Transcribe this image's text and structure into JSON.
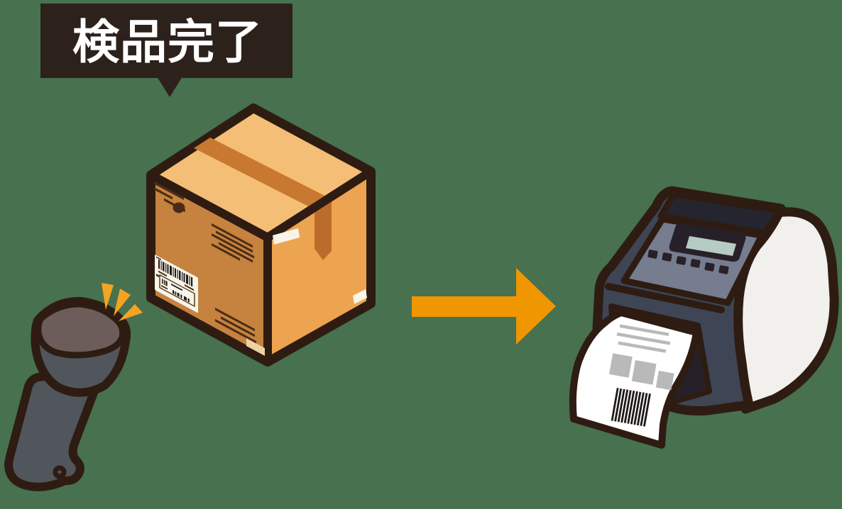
{
  "callout": {
    "text": "検品完了"
  },
  "figures": {
    "scanner": "barcode-scanner",
    "sparks": "scan-flash",
    "box": "cardboard-box",
    "box_label": "shipping-barcode-label",
    "arrow": "flow-arrow-right",
    "printer": "label-printer",
    "printed_label": "printed-shipping-label"
  },
  "palette": {
    "background": "#47714F",
    "outline": "#2E1C12",
    "callout_bg": "#2D211B",
    "callout_text": "#FFFFFF",
    "arrow": "#F09600",
    "spark": "#F5A320",
    "box_top": "#F4BE77",
    "box_left": "#C6823F",
    "box_right": "#EDA450",
    "box_ink": "#4A2C16",
    "tape": "#C9782F",
    "tape_dark": "#BC6C2A",
    "box_label": "#F8F4E9",
    "box_tape_light": "#EDD3A4",
    "scanner_body": "#51555C",
    "scanner_head": "#6C5D5B",
    "printer_body": "#3E4555",
    "printer_top": "#25252F",
    "printer_panel": "#757D8F",
    "printer_dark": "#282028",
    "lcd_screen": "#B5CBC3",
    "printer_side": "#F1F0ED",
    "paper": "#FFFFFF",
    "print_gray": "#B9B9B9",
    "barcode_ink": "#1E1A18"
  }
}
